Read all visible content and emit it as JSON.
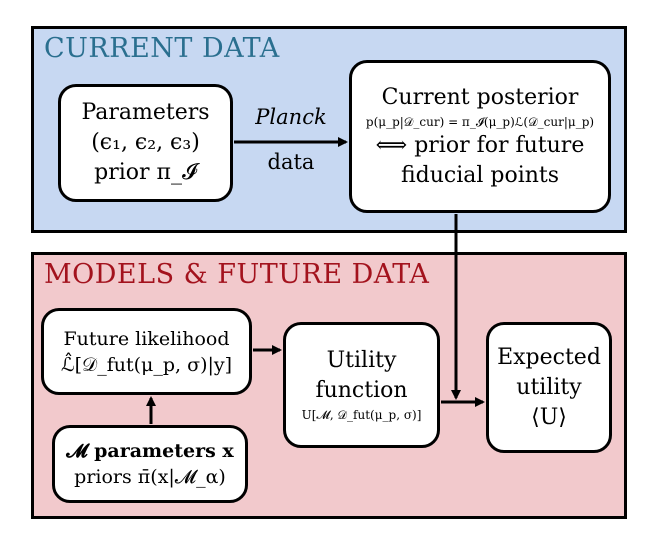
{
  "panels": {
    "current": {
      "title": "CURRENT DATA",
      "color": "#c7d8f2",
      "title_color": "#2a6f8f"
    },
    "future": {
      "title": "MODELS & FUTURE DATA",
      "color": "#f2c9cc",
      "title_color": "#a3121d"
    }
  },
  "nodes": {
    "parameters": {
      "line1": "Parameters",
      "line2": "(ϵ₁, ϵ₂, ϵ₃)",
      "line3": "prior π_𝓘"
    },
    "posterior": {
      "line1": "Current posterior",
      "line2": "p(μ_p|𝒟_cur) = π_𝓘(μ_p)ℒ(𝒟_cur|μ_p)",
      "line3": "⟺ prior for future",
      "line4": "fiducial points"
    },
    "likelihood": {
      "line1": "Future likelihood",
      "line2": "ℒ̂[𝒟_fut(μ_p, σ)|y]"
    },
    "models": {
      "line1": "𝓜 parameters x",
      "line2": "priors π̄(x|𝓜_α)"
    },
    "utility": {
      "line1": "Utility",
      "line2": "function",
      "line3": "U[𝓜, 𝒟_fut(μ_p, σ)]"
    },
    "expected": {
      "line1": "Expected",
      "line2": "utility",
      "line3": "⟨U⟩"
    }
  },
  "edges": {
    "planck": {
      "label_top": "Planck",
      "label_bottom": "data"
    }
  }
}
